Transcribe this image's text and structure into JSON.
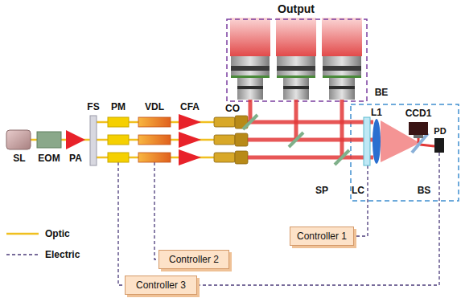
{
  "diagram": {
    "nodes": [
      {
        "text": [
          "Controller 1"
        ]
      },
      {
        "text": [
          "Controller 2"
        ]
      },
      {
        "text": [
          "Controller 3"
        ]
      }
    ],
    "labels": [
      "Output",
      "BE",
      "L1",
      "CCD1",
      "FS",
      "PM",
      "VDL",
      "CFA",
      "CO",
      "PD",
      "SL",
      "EOM",
      "PA",
      "SP",
      "LC",
      "BS"
    ],
    "legend": [
      {
        "text": "Optic"
      },
      {
        "text": "Electric"
      }
    ]
  }
}
